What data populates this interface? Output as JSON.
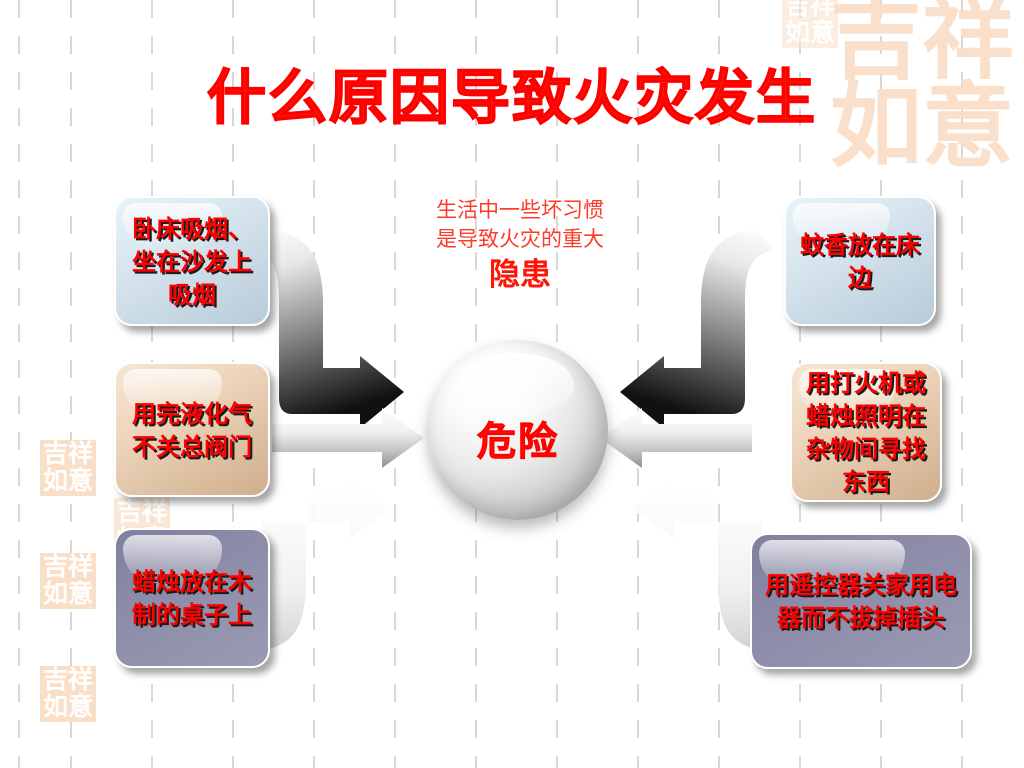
{
  "slide": {
    "title": "什么原因导致火灾发生",
    "center_caption_line1": "生活中一些坏习惯",
    "center_caption_line2": "是导致火灾的重大",
    "center_caption_strong": "隐患",
    "hub_label": "危险",
    "colors": {
      "title_red": "#ff1a08",
      "label_red": "#ff0000",
      "caption_red": "#fb3c2a",
      "seal_peach": "#fadfc8",
      "box_blue": "#d8e6ef",
      "box_tan": "#eed6bd",
      "box_slate": "#8b8ba8",
      "arrow_dark": "#1c1c1c",
      "arrow_light": "#c9c9c9",
      "background": "#ffffff"
    }
  },
  "left_boxes": [
    {
      "text": "卧床吸烟、坐在沙发上吸烟",
      "theme": "blue"
    },
    {
      "text": "用完液化气不关总阀门",
      "theme": "tan"
    },
    {
      "text": "蜡烛放在木制的桌子上",
      "theme": "slate"
    }
  ],
  "right_boxes": [
    {
      "text": "蚊香放在床边",
      "theme": "blue"
    },
    {
      "text": "用打火机或蜡烛照明在杂物间寻找东西",
      "theme": "tan"
    },
    {
      "text": "用遥控器关家用电器而不拔掉插头",
      "theme": "slate"
    }
  ],
  "decorations": {
    "big_seal_text": "吉祥如意",
    "small_seal_text": "吉祥如意",
    "small_seal_count": 5
  }
}
